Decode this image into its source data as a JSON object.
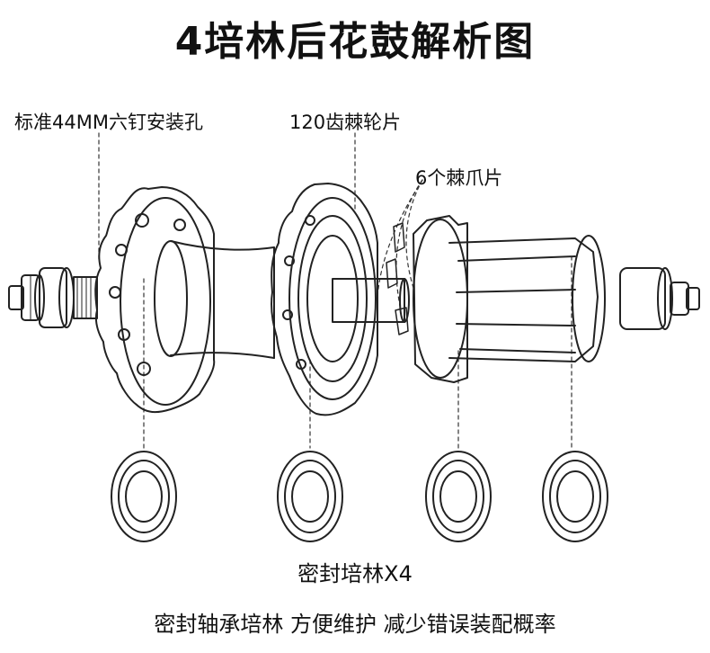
{
  "title": "4培林后花鼓解析图",
  "labels": {
    "flange_holes": "标准44MM六钉安装孔",
    "ratchet": "120齿棘轮片",
    "pawls": "6个棘爪片"
  },
  "captions": {
    "bearing_count": "密封培林X4",
    "bearing_desc": "密封轴承培林 方便维护 减少错误装配概率"
  }
}
